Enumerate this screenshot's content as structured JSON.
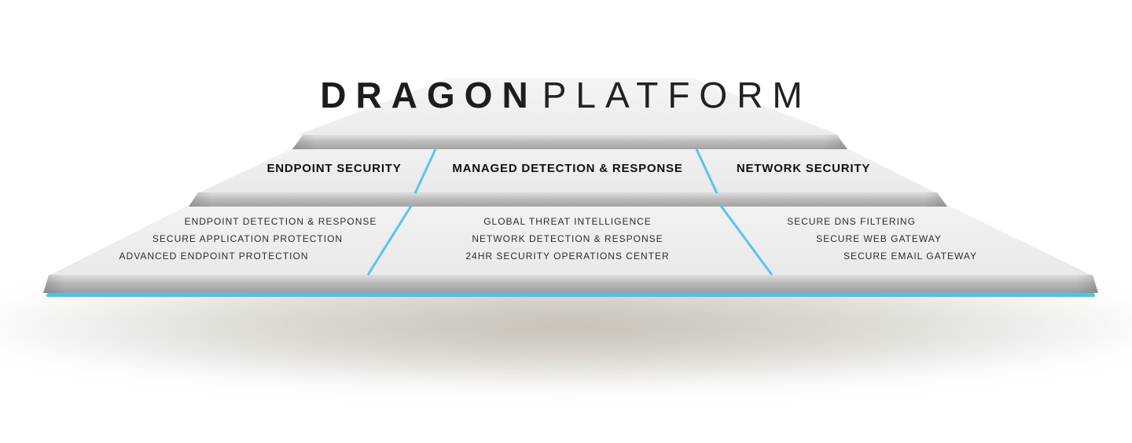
{
  "title": {
    "primary": "DRAGON",
    "secondary": "PLATFORM"
  },
  "colors": {
    "accent_blue": "#58c4ee",
    "slab_gray": "#b3b3b3",
    "tier_fill": "#ededed",
    "text_dark": "#1d1d1f"
  },
  "columns": [
    {
      "header": "ENDPOINT SECURITY",
      "items": [
        "ENDPOINT DETECTION & RESPONSE",
        "SECURE APPLICATION PROTECTION",
        "ADVANCED ENDPOINT PROTECTION"
      ]
    },
    {
      "header": "MANAGED DETECTION & RESPONSE",
      "items": [
        "GLOBAL THREAT INTELLIGENCE",
        "NETWORK DETECTION & RESPONSE",
        "24HR SECURITY OPERATIONS CENTER"
      ]
    },
    {
      "header": "NETWORK SECURITY",
      "items": [
        "SECURE DNS FILTERING",
        "SECURE WEB GATEWAY",
        "SECURE EMAIL GATEWAY"
      ]
    }
  ]
}
